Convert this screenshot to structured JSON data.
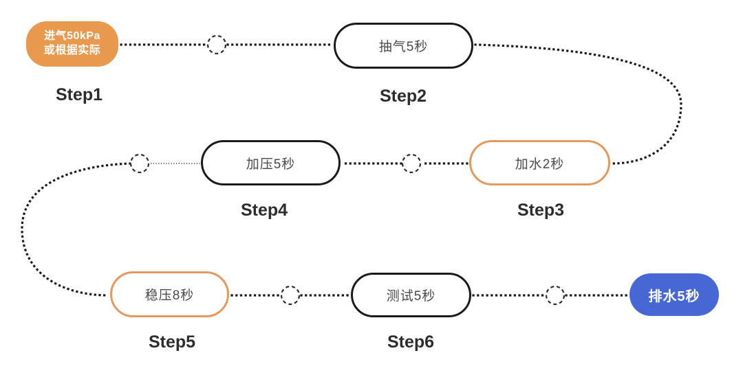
{
  "diagram": {
    "nodes": {
      "step1": {
        "label": "Step1",
        "text_line1": "进气50kPa",
        "text_line2": "或根据实际",
        "style": "filled-orange"
      },
      "step2": {
        "label": "Step2",
        "text": "抽气5秒",
        "style": "outlined-black"
      },
      "step3": {
        "label": "Step3",
        "text": "加水2秒",
        "style": "outlined-orange"
      },
      "step4": {
        "label": "Step4",
        "text": "加压5秒",
        "style": "outlined-black"
      },
      "step5": {
        "label": "Step5",
        "text": "稳压8秒",
        "style": "outlined-orange"
      },
      "step6": {
        "label": "Step6",
        "text": "测试5秒",
        "style": "outlined-black"
      },
      "drain": {
        "text": "排水5秒",
        "style": "filled-blue"
      }
    },
    "colors": {
      "orange_fill": "#E8994E",
      "orange_outline": "#E6975C",
      "blue_fill": "#4667D4",
      "connector": "#1A1A1A",
      "node_text": "#4A4A4A",
      "label_text": "#2D2D2D"
    }
  }
}
